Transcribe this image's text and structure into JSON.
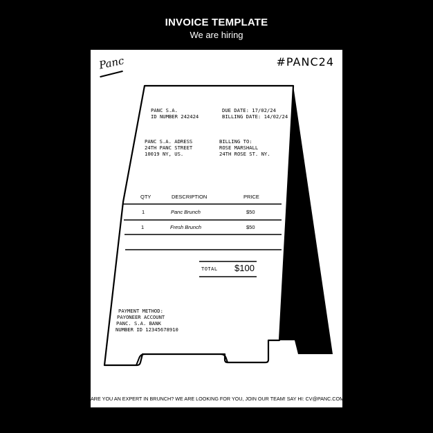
{
  "header": {
    "title": "INVOICE TEMPLATE",
    "subtitle": "We are hiring"
  },
  "poster": {
    "logo": "Panc",
    "tag": "#PANC24",
    "company": {
      "name": "PANC S.A.",
      "id_line": "ID NUMBER 242424"
    },
    "dates": {
      "due": "DUE DATE: 17/02/24",
      "billing": "BILLING DATE: 14/02/24"
    },
    "address": {
      "title": "PANC S.A. ADRESS",
      "street": "24TH PANC STREET",
      "city": "10019 NY, US."
    },
    "billing_to": {
      "title": "BILLING TO:",
      "name": "ROSE MARSHALL",
      "street": "24TH ROSE ST. NY."
    },
    "table": {
      "headers": [
        "QTY",
        "DESCRIPTION",
        "PRICE"
      ],
      "rows": [
        {
          "qty": "1",
          "desc": "Panc Brunch",
          "price": "$50"
        },
        {
          "qty": "1",
          "desc": "Fresh Brunch",
          "price": "$50"
        }
      ]
    },
    "total": {
      "label": "TOTAL",
      "value": "$100"
    },
    "payment": {
      "title": "PAYMENT METHOD:",
      "l1": "PAYONEER ACCOUNT",
      "l2": "PANC. S.A. BANK",
      "l3": "NUMBER ID 12345678910"
    },
    "footer": "ARE YOU AN EXPERT IN BRUNCH? WE ARE LOOKING FOR YOU, JOIN OUR TEAM!  SAY HI: CV@PANC.COM"
  }
}
